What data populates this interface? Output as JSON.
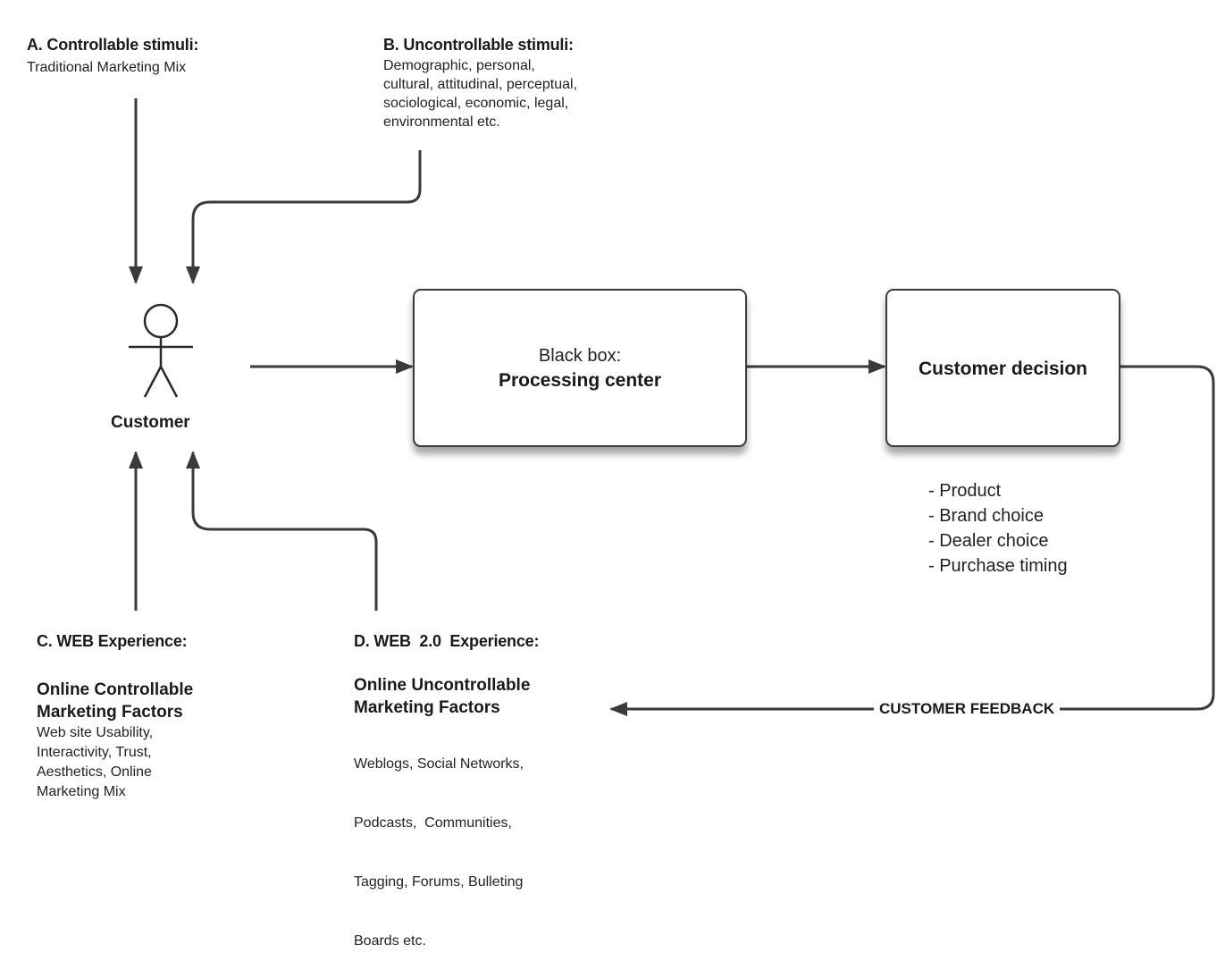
{
  "stimuli": {
    "a": {
      "title": "A. Controllable stimuli:",
      "lines": [
        "Traditional Marketing Mix"
      ]
    },
    "b": {
      "title": "B. Uncontrollable stimuli:",
      "lines": [
        "Demographic, personal,",
        "cultural, attitudinal, perceptual,",
        "sociological, economic, legal,",
        "environmental etc."
      ]
    }
  },
  "customer": {
    "label": "Customer",
    "icon": "stick-figure-icon"
  },
  "black_box": {
    "line1": "Black box:",
    "line2": "Processing center"
  },
  "decision": {
    "title": "Customer decision",
    "items": [
      "- Product",
      "- Brand choice",
      "- Dealer choice",
      "- Purchase timing"
    ]
  },
  "web": {
    "c": {
      "title": "C. WEB Experience:",
      "subtitle": [
        "Online Controllable",
        "Marketing Factors"
      ],
      "lines": [
        "Web site Usability,",
        "Interactivity, Trust,",
        "Aesthetics, Online",
        "Marketing Mix"
      ]
    },
    "d": {
      "title": "D. WEB  2.0  Experience:",
      "subtitle": [
        "Online Uncontrollable",
        "Marketing Factors"
      ],
      "lines": [
        "Weblogs, Social Networks,",
        "Podcasts,  Communities,",
        "Tagging, Forums, Bulleting",
        "Boards etc."
      ]
    }
  },
  "feedback": {
    "label": "CUSTOMER FEEDBACK"
  },
  "colors": {
    "line": "#3a3a3a",
    "text": "#1a1a1a"
  }
}
